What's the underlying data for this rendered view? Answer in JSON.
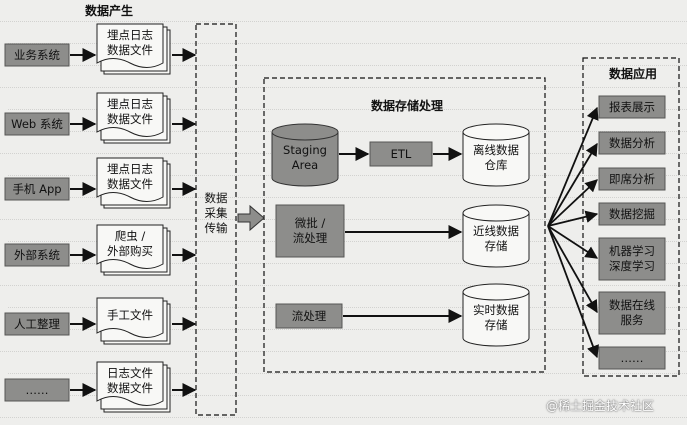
{
  "section_titles": {
    "production": "数据产生",
    "storage": "数据存储处理",
    "application": "数据应用"
  },
  "sources": [
    "业务系统",
    "Web 系统",
    "手机 App",
    "外部系统",
    "人工整理",
    "……"
  ],
  "docs": [
    "埋点日志\n数据文件",
    "埋点日志\n数据文件",
    "埋点日志\n数据文件",
    "爬虫 /\n外部购买",
    "手工文件",
    "日志文件\n数据文件"
  ],
  "collector": "数据\n采集\n传输",
  "storage": {
    "staging": "Staging\nArea",
    "etl": "ETL",
    "offline": "离线数据\n仓库",
    "micro_batch": "微批 /\n流处理",
    "nearline": "近线数据\n存储",
    "stream": "流处理",
    "realtime": "实时数据\n存储"
  },
  "applications": [
    "报表展示",
    "数据分析",
    "即席分析",
    "数据挖掘",
    "机器学习\n深度学习",
    "数据在线\n服务",
    "……"
  ],
  "watermark": "@稀土掘金技术社区",
  "colors": {
    "box_fill": "#8d8d8b",
    "paper": "#eeeeec",
    "ink": "#111111"
  },
  "icons": [
    "document-stack-icon",
    "database-cylinder-icon",
    "arrow-icon",
    "dashed-group-icon"
  ]
}
